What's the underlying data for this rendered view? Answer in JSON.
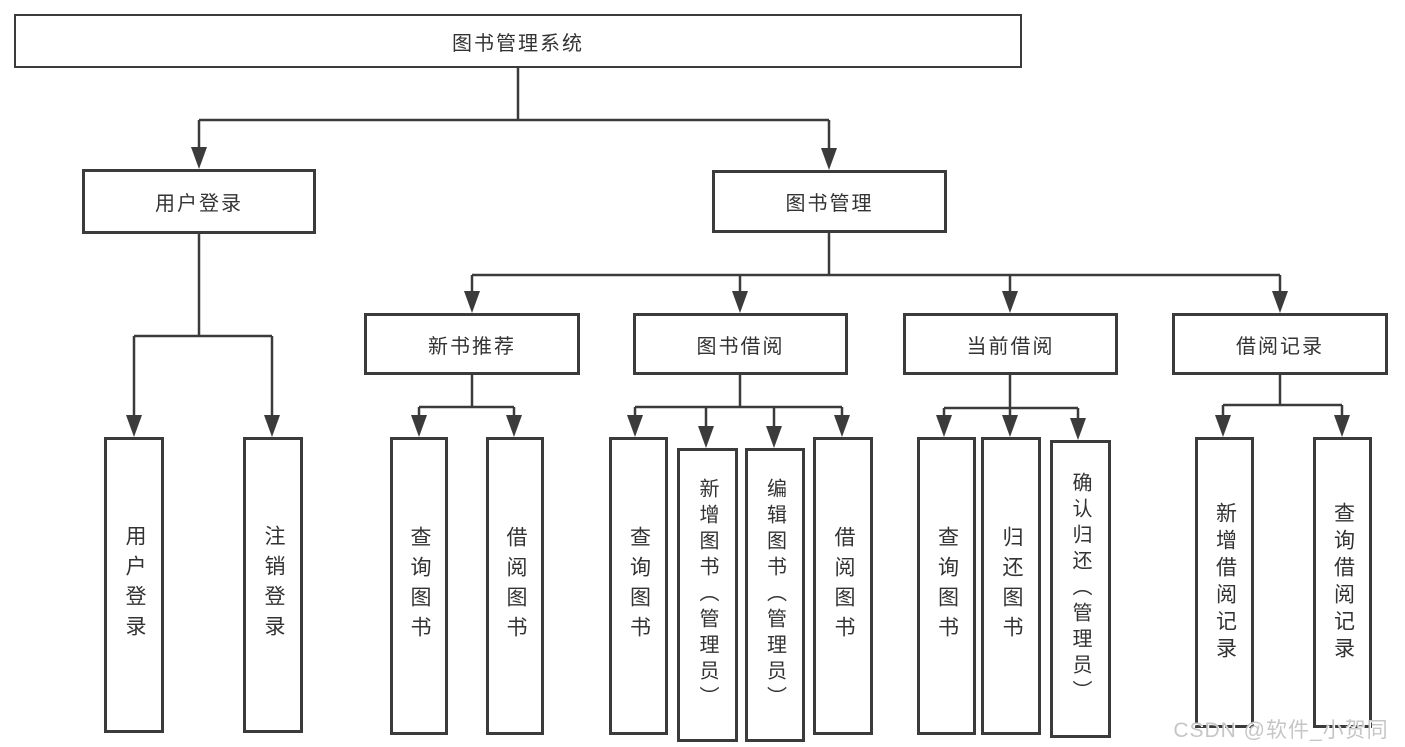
{
  "diagram_title": "图书管理系统",
  "nodes": {
    "root": {
      "label": "图书管理系统"
    },
    "userLogin": {
      "label": "用户登录"
    },
    "bookManagement": {
      "label": "图书管理"
    },
    "newBookRecommend": {
      "label": "新书推荐"
    },
    "bookBorrow": {
      "label": "图书借阅"
    },
    "currentBorrow": {
      "label": "当前借阅"
    },
    "borrowRecords": {
      "label": "借阅记录"
    },
    "leafUserLogin": {
      "label": "用户登录"
    },
    "leafLogout": {
      "label": "注销登录"
    },
    "leafQueryBooksRec": {
      "label": "查询图书"
    },
    "leafBorrowBookRec": {
      "label": "借阅图书"
    },
    "leafQueryBooksBor": {
      "label": "查询图书"
    },
    "leafAddBookAdmin": {
      "label": "新增图书（管理员）"
    },
    "leafEditBookAdmin": {
      "label": "编辑图书（管理员）"
    },
    "leafBorrowBook": {
      "label": "借阅图书"
    },
    "leafQueryBooksCur": {
      "label": "查询图书"
    },
    "leafReturnBook": {
      "label": "归还图书"
    },
    "leafConfirmReturnAdmin": {
      "label": "确认归还（管理员）"
    },
    "leafAddBorrowRecord": {
      "label": "新增借阅记录"
    },
    "leafQueryBorrowRecord": {
      "label": "查询借阅记录"
    }
  },
  "watermark": {
    "text": "CSDN @软件_小贺同学"
  },
  "colors": {
    "line": "#3b3b3b",
    "text": "#333333",
    "background": "#ffffff",
    "watermark": "#c6c6c6"
  }
}
